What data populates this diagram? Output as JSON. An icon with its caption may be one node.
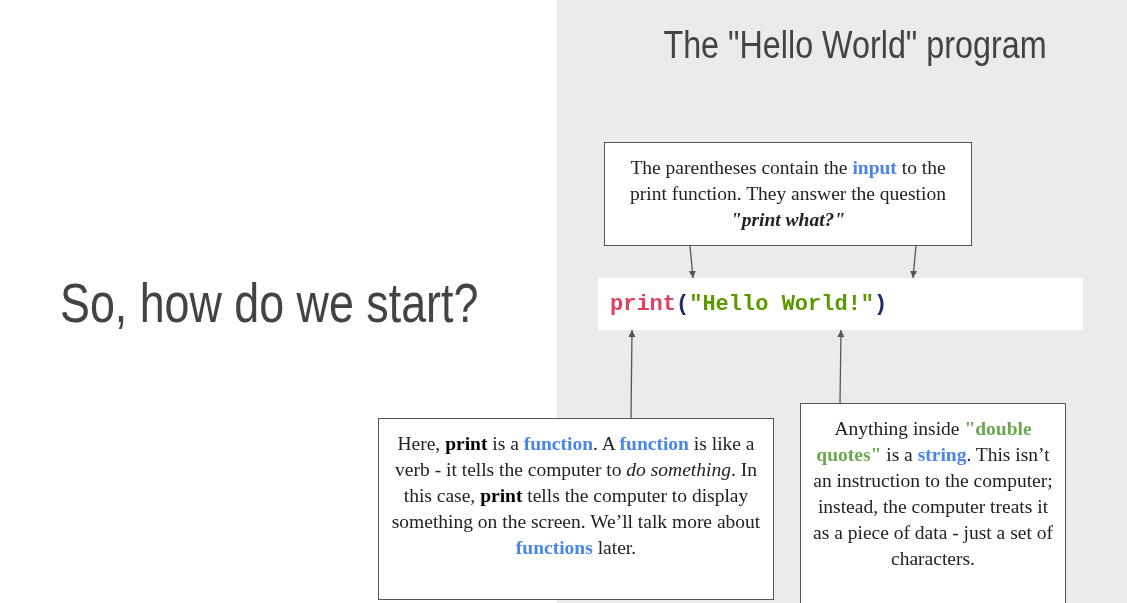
{
  "diagram": {
    "title": "The \"Hello World\" program",
    "nodes": [
      {
        "text": [
          "The parentheses contain the **input** to the print function. They answer the question *\"print what?\"*"
        ]
      },
      {
        "text": [
          "print(\"Hello World!\")"
        ]
      },
      {
        "text": [
          "Here, **print** is a **function**. A **function** is like a verb - it tells the computer to *do something*. In this case, **print** tells the computer to display something on the screen. We’ll talk more about **functions** later."
        ]
      },
      {
        "text": [
          "Anything inside **\"double quotes\"** is a **string**. This isn’t an instruction to the computer; instead, the computer treats it as a piece of data - just a set of characters."
        ]
      }
    ],
    "edges": [
      {
        "from": 0,
        "to": 1,
        "arrow": "to"
      },
      {
        "from": 0,
        "to": 1,
        "arrow": "to"
      },
      {
        "from": 2,
        "to": 1,
        "arrow": "to"
      },
      {
        "from": 3,
        "to": 1,
        "arrow": "to"
      }
    ],
    "labels": [
      "So, how do we start?"
    ]
  }
}
